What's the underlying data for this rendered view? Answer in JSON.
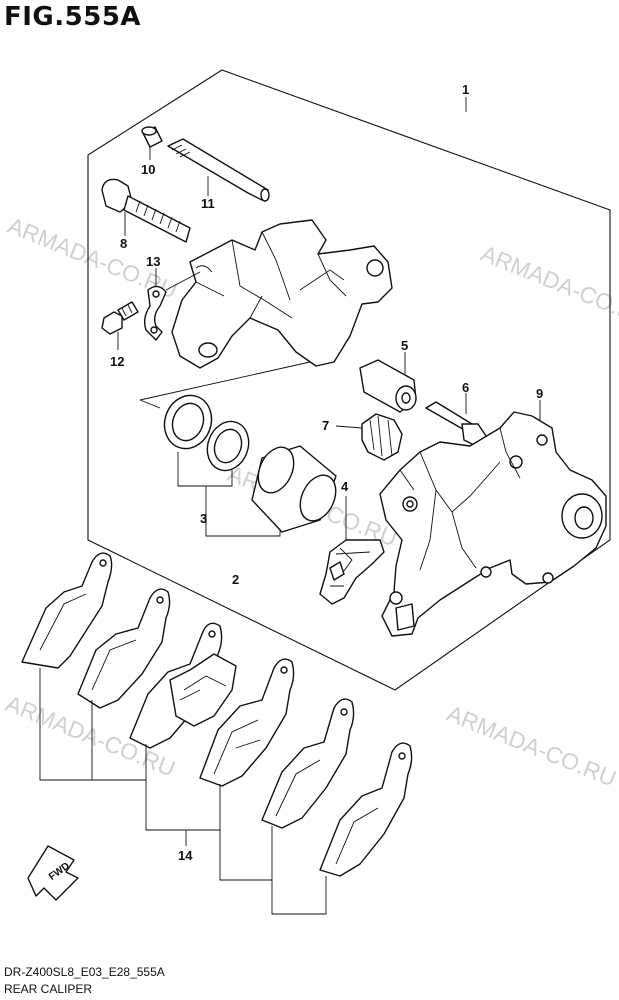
{
  "figure": {
    "title": "FIG.555A",
    "code": "DR-Z400SL8_E03_E28_555A",
    "name": "REAR CALIPER"
  },
  "watermark": "ARMADA-CO.RU",
  "callouts": [
    "1",
    "2",
    "3",
    "4",
    "5",
    "6",
    "7",
    "8",
    "9",
    "10",
    "11",
    "12",
    "13",
    "14"
  ],
  "fwd_label": "FWD"
}
